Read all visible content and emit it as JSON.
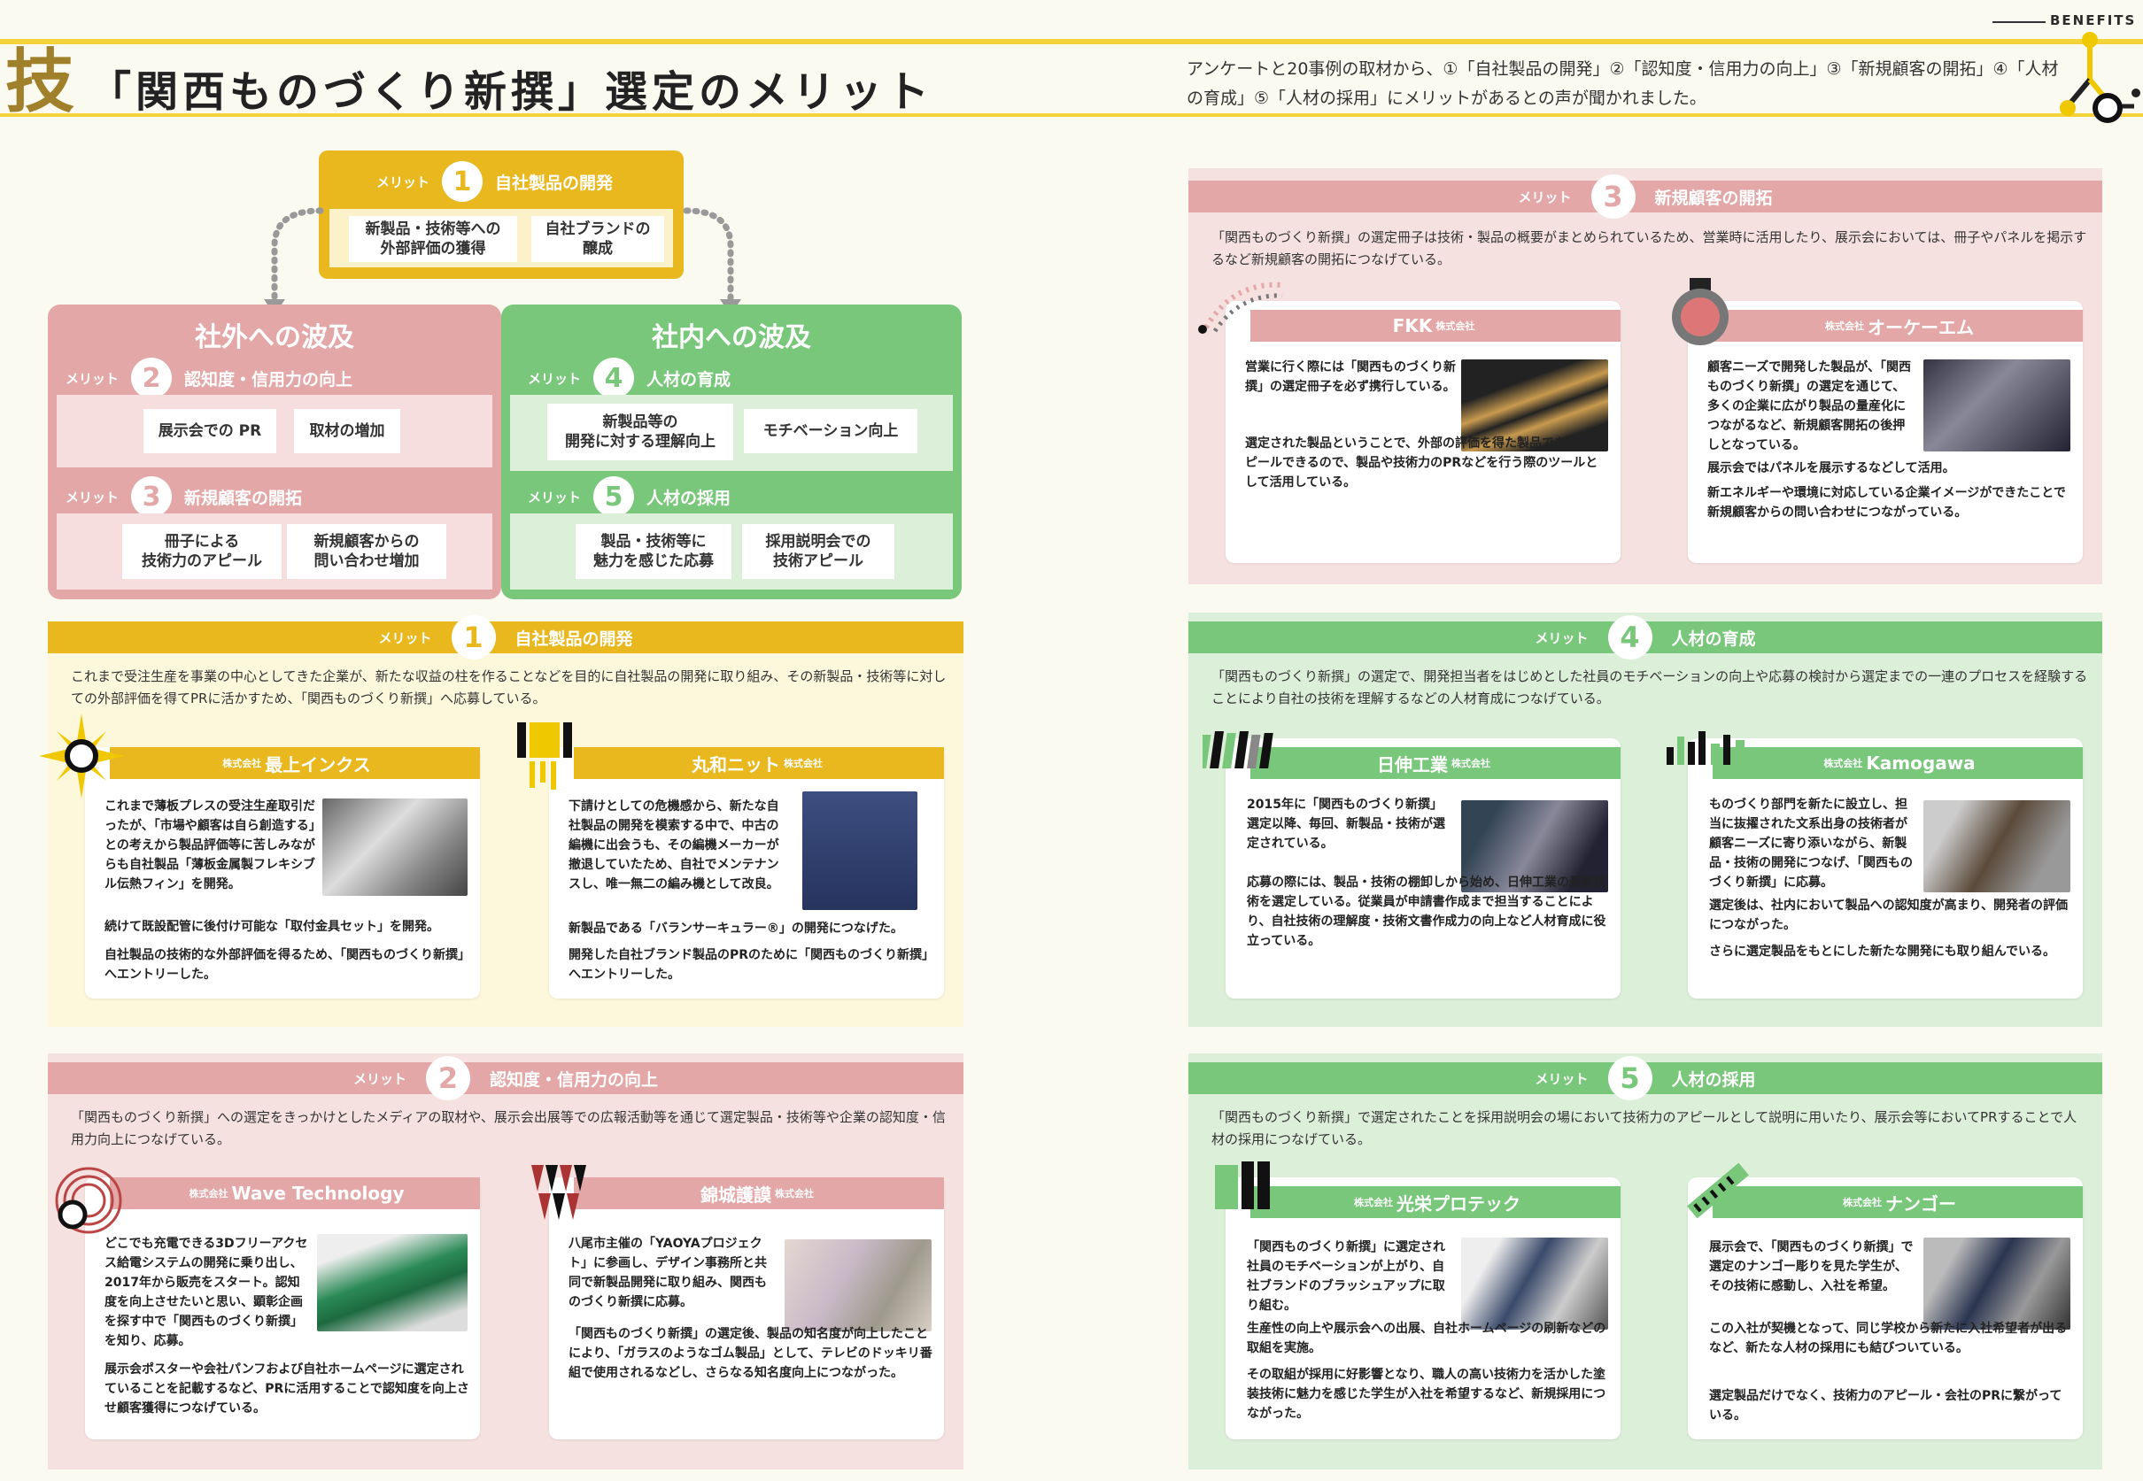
{
  "header": {
    "title": "「関西ものづくり新撰」選定のメリット",
    "kanji": "技",
    "benefits": "BENEFITS",
    "intro": "アンケートと20事例の取材から、①「自社製品の開発」②「認知度・信用力の向上」③「新規顧客の開拓」④「人材の育成」⑤「人材の採用」にメリットがあるとの声が聞かれました。"
  },
  "colors": {
    "yellow": "#e8b81e",
    "pink": "#e3a7a7",
    "green": "#78c77a",
    "darkpink": "#e7a0a0"
  },
  "diagram": {
    "top": {
      "label": "メリット",
      "num": "1",
      "title": "自社製品の開発",
      "box1": "新製品・技術等への\n外部評価の獲得",
      "box2": "自社ブランドの\n醸成"
    },
    "outside": {
      "heading": "社外への波及",
      "m2": {
        "label": "メリット",
        "num": "2",
        "title": "認知度・信用力の向上",
        "box1": "展示会での PR",
        "box2": "取材の増加"
      },
      "m3": {
        "label": "メリット",
        "num": "3",
        "title": "新規顧客の開拓",
        "box1": "冊子による\n技術力のアピール",
        "box2": "新規顧客からの\n問い合わせ増加"
      }
    },
    "inside": {
      "heading": "社内への波及",
      "m4": {
        "label": "メリット",
        "num": "4",
        "title": "人材の育成",
        "box1": "新製品等の\n開発に対する理解向上",
        "box2": "モチベーション向上"
      },
      "m5": {
        "label": "メリット",
        "num": "5",
        "title": "人材の採用",
        "box1": "製品・技術等に\n魅力を感じた応募",
        "box2": "採用説明会での\n技術アピール"
      }
    }
  },
  "sections": {
    "s1": {
      "label": "メリット",
      "num": "1",
      "title": "自社製品の開発",
      "desc": "これまで受注生産を事業の中心としてきた企業が、新たな収益の柱を作ることなどを目的に自社製品の開発に取り組み、その新製品・技術等に対しての外部評価を得てPRに活かすため、「関西ものづくり新撰」へ応募している。",
      "c1": {
        "prefix": "株式会社",
        "name": "最上インクス",
        "suffix": "",
        "p1": "これまで薄板プレスの受注生産取引だったが、「市場や顧客は自ら創造する」との考えから製品評価等に苦しみながらも自社製品「薄板金属製フレキシブル伝熱フィン」を開発。",
        "p2": "続けて既設配管に後付け可能な「取付金具セット」を開発。",
        "p3": "自社製品の技術的な外部評価を得るため、「関西ものづくり新撰」へエントリーした。"
      },
      "c2": {
        "prefix": "",
        "name": "丸和ニット",
        "suffix": "株式会社",
        "p1": "下請けとしての危機感から、新たな自社製品の開発を模索する中で、中古の編機に出会うも、その編機メーカーが撤退していたため、自社でメンテナンスし、唯一無二の編み機として改良。",
        "p2": "新製品である「バランサーキュラー®」の開発につなげた。",
        "p3": "開発した自社ブランド製品のPRのために「関西ものづくり新撰」へエントリーした。"
      }
    },
    "s2": {
      "label": "メリット",
      "num": "2",
      "title": "認知度・信用力の向上",
      "desc": "「関西ものづくり新撰」への選定をきっかけとしたメディアの取材や、展示会出展等での広報活動等を通じて選定製品・技術等や企業の認知度・信用力向上につなげている。",
      "c1": {
        "prefix": "株式会社",
        "name": "Wave Technology",
        "suffix": "",
        "p1": "どこでも充電できる3Dフリーアクセス給電システムの開発に乗り出し、2017年から販売をスタート。認知度を向上させたいと思い、顕彰企画を探す中で「関西ものづくり新撰」を知り、応募。",
        "p2": "展示会ポスターや会社パンフおよび自社ホームページに選定されていることを記載するなど、PRに活用することで認知度を向上させ顧客獲得につなげている。"
      },
      "c2": {
        "prefix": "",
        "name": "錦城護謨",
        "suffix": "株式会社",
        "p1": "八尾市主催の「YAOYAプロジェクト」に参画し、デザイン事務所と共同で新製品開発に取り組み、関西ものづくり新撰に応募。",
        "p2": "「関西ものづくり新撰」の選定後、製品の知名度が向上したことにより、「ガラスのようなゴム製品」として、テレビのドッキリ番組で使用されるなどし、さらなる知名度向上につながった。"
      }
    },
    "s3": {
      "label": "メリット",
      "num": "3",
      "title": "新規顧客の開拓",
      "desc": "「関西ものづくり新撰」の選定冊子は技術・製品の概要がまとめられているため、営業時に活用したり、展示会においては、冊子やパネルを掲示するなど新規顧客の開拓につなげている。",
      "c1": {
        "prefix": "",
        "name": "FKK",
        "suffix": "株式会社",
        "p1": "営業に行く際には「関西ものづくり新撰」の選定冊子を必ず携行している。",
        "p2": "選定された製品ということで、外部の評価を得た製品であるとアピールできるので、製品や技術力のPRなどを行う際のツールとして活用している。"
      },
      "c2": {
        "prefix": "株式会社",
        "name": "オーケーエム",
        "suffix": "",
        "p1": "顧客ニーズで開発した製品が、「関西ものづくり新撰」の選定を通じて、多くの企業に広がり製品の量産化につながるなど、新規顧客開拓の後押しとなっている。",
        "p2": "展示会ではパネルを展示するなどして活用。",
        "p3": "新エネルギーや環境に対応している企業イメージができたことで新規顧客からの問い合わせにつながっている。"
      }
    },
    "s4": {
      "label": "メリット",
      "num": "4",
      "title": "人材の育成",
      "desc": "「関西ものづくり新撰」の選定で、開発担当者をはじめとした社員のモチベーションの向上や応募の検討から選定までの一連のプロセスを経験することにより自社の技術を理解するなどの人材育成につなげている。",
      "c1": {
        "prefix": "",
        "name": "日伸工業",
        "suffix": "株式会社",
        "p1": "2015年に「関西ものづくり新撰」選定以降、毎回、新製品・技術が選定されている。",
        "p2": "応募の際には、製品・技術の棚卸しから始め、日伸工業の最新技術を選定している。従業員が申請書作成まで担当することにより、自社技術の理解度・技術文書作成力の向上など人材育成に役立っている。"
      },
      "c2": {
        "prefix": "株式会社",
        "name": "Kamogawa",
        "suffix": "",
        "p1": "ものづくり部門を新たに設立し、担当に抜擢された文系出身の技術者が顧客ニーズに寄り添いながら、新製品・技術の開発につなげ、「関西ものづくり新撰」に応募。",
        "p2": "選定後は、社内において製品への認知度が高まり、開発者の評価につながった。",
        "p3": "さらに選定製品をもとにした新たな開発にも取り組んでいる。"
      }
    },
    "s5": {
      "label": "メリット",
      "num": "5",
      "title": "人材の採用",
      "desc": "「関西ものづくり新撰」で選定されたことを採用説明会の場において技術力のアピールとして説明に用いたり、展示会等においてPRすることで人材の採用につなげている。",
      "c1": {
        "prefix": "株式会社",
        "name": "光栄プロテック",
        "suffix": "",
        "p1": "「関西ものづくり新撰」に選定され社員のモチベーションが上がり、自社ブランドのブラッシュアップに取り組む。",
        "p2": "生産性の向上や展示会への出展、自社ホームページの刷新などの取組を実施。",
        "p3": "その取組が採用に好影響となり、職人の高い技術力を活かした塗装技術に魅力を感じた学生が入社を希望するなど、新規採用につながった。"
      },
      "c2": {
        "prefix": "株式会社",
        "name": "ナンゴー",
        "suffix": "",
        "p1": "展示会で、「関西ものづくり新撰」で選定のナンゴー彫りを見た学生が、その技術に感動し、入社を希望。",
        "p2": "この入社が契機となって、同じ学校から新たに入社希望者が出るなど、新たな人材の採用にも結びついている。",
        "p3": "選定製品だけでなく、技術力のアピール・会社のPRに繋がっている。"
      }
    }
  }
}
